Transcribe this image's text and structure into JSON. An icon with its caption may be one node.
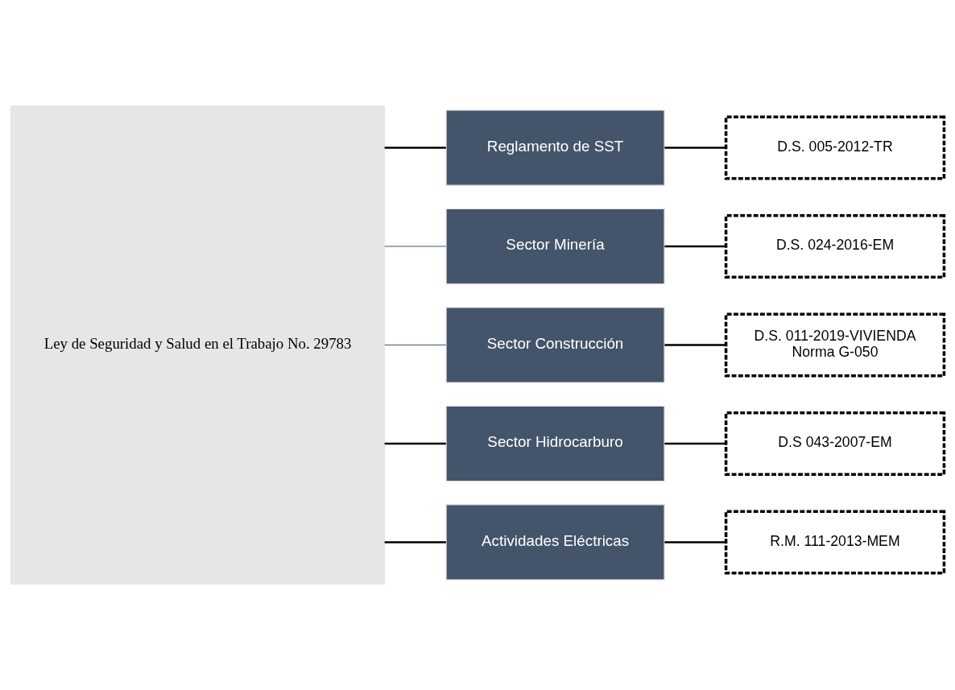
{
  "diagram": {
    "nodes": [
      {
        "text": [
          "Ley de Seguridad y Salud en el Trabajo No. 29783"
        ]
      },
      {
        "text": [
          "Reglamento de SST"
        ]
      },
      {
        "text": [
          "Sector Minería"
        ]
      },
      {
        "text": [
          "Sector Construcción"
        ]
      },
      {
        "text": [
          "Sector Hidrocarburo"
        ]
      },
      {
        "text": [
          "Actividades Eléctricas"
        ]
      },
      {
        "text": [
          "D.S. 005-2012-TR"
        ]
      },
      {
        "text": [
          "D.S. 024-2016-EM"
        ]
      },
      {
        "text": [
          "D.S. 011-2019-VIVIENDA",
          "Norma G-050"
        ]
      },
      {
        "text": [
          "D.S 043-2007-EM"
        ]
      },
      {
        "text": [
          "R.M. 111-2013-MEM"
        ]
      }
    ],
    "edges": [
      {
        "from": 0,
        "to": 1,
        "arrow": "none"
      },
      {
        "from": 0,
        "to": 2,
        "arrow": "none",
        "color": "#44546a"
      },
      {
        "from": 0,
        "to": 3,
        "arrow": "none",
        "color": "#44546a"
      },
      {
        "from": 0,
        "to": 4,
        "arrow": "none"
      },
      {
        "from": 0,
        "to": 5,
        "arrow": "none"
      },
      {
        "from": 1,
        "to": 6,
        "arrow": "none"
      },
      {
        "from": 2,
        "to": 7,
        "arrow": "none"
      },
      {
        "from": 3,
        "to": 8,
        "arrow": "none"
      },
      {
        "from": 4,
        "to": 9,
        "arrow": "none"
      },
      {
        "from": 5,
        "to": 10,
        "arrow": "none"
      }
    ]
  }
}
